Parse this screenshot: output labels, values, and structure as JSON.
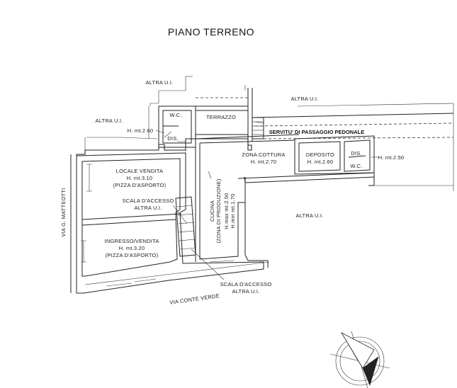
{
  "title": "PIANO TERRENO",
  "labels": {
    "altra_ui_top": "ALTRA U.I.",
    "altra_ui_top_right": "ALTRA U.I.",
    "altra_ui_left": "ALTRA U.I.",
    "altra_ui_right": "ALTRA U.I.",
    "wc_left": "W.C.",
    "h_left": "H. mt.2.60",
    "dis_left": "DIS.",
    "terrazzo": "TERRAZZO",
    "servitu": "SERVITU' DI PASSAGGIO PEDONALE",
    "zona_cottura": "ZONA COTTURA",
    "zona_cottura_h": "H. mt.2.70",
    "deposito": "DEPOSITO",
    "deposito_h": "H. mt.2.60",
    "dis_right": "DIS.",
    "wc_right": "W.C.",
    "h_right": "H. mt.2.50",
    "locale_vendita": "LOCALE VENDITA",
    "locale_vendita_h": "H. mt.3.10",
    "locale_vendita_sub": "(PIZZA D'ASPORTO)",
    "scala_accesso_1": "SCALA D'ACCESSO",
    "scala_accesso_1b": "ALTRA U.I.",
    "ingresso": "INGRESSO/VENDITA",
    "ingresso_h": "H. mt.3.20",
    "ingresso_sub": "(PIZZA D'ASPORTO)",
    "cucina": "CUCINA",
    "zona_produzione": "(ZONA DI PRODUZIONE)",
    "hmax": "H.max mt.2.50",
    "hmin": "H.min mt.1.70",
    "scala_accesso_2": "SCALA D'ACCESSO",
    "scala_accesso_2b": "ALTRA U.I.",
    "via_matteotti": "VIA G. MATTEOTTI",
    "via_conte_verde": "VIA CONTE VERDE"
  }
}
